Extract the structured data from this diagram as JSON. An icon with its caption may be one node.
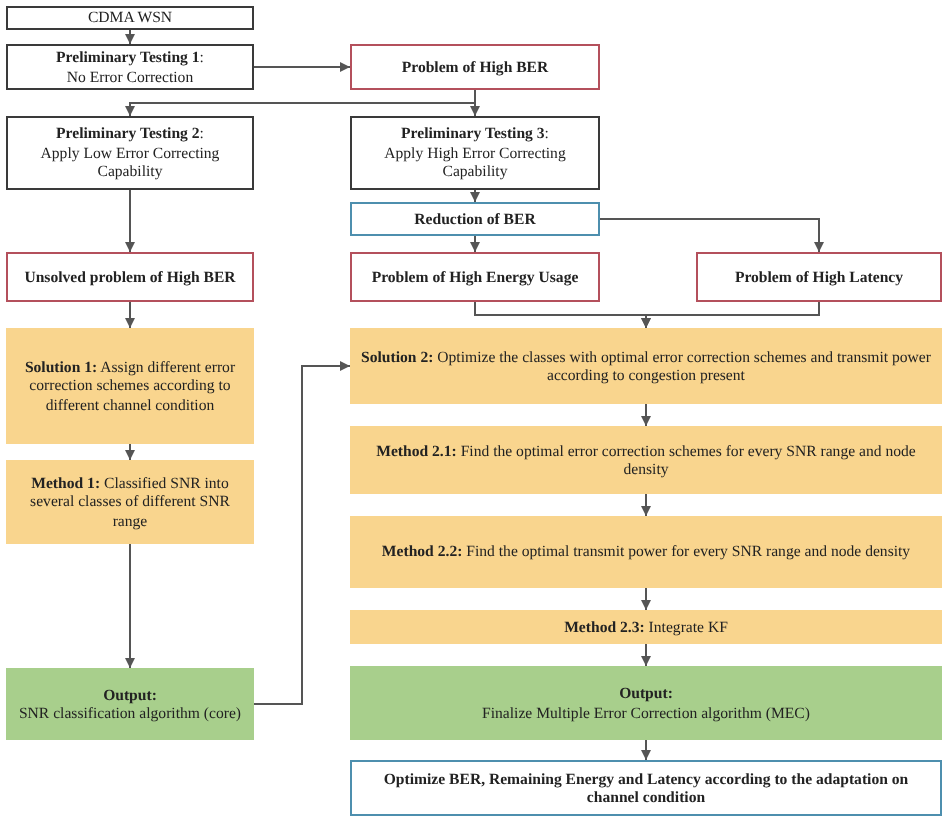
{
  "diagram": {
    "nodes": [
      {
        "text": [
          "CDMA WSN"
        ]
      },
      {
        "text": [
          "**Preliminary Testing 1**:",
          "No Error Correction"
        ]
      },
      {
        "text": [
          "Problem of High BER"
        ]
      },
      {
        "text": [
          "**Preliminary Testing 2**:",
          "Apply Low Error Correcting Capability"
        ]
      },
      {
        "text": [
          "**Preliminary Testing 3**:",
          "Apply High Error Correcting Capability"
        ]
      },
      {
        "text": [
          "Reduction of BER"
        ]
      },
      {
        "text": [
          "Unsolved problem of High BER"
        ]
      },
      {
        "text": [
          "Problem of High Energy Usage"
        ]
      },
      {
        "text": [
          "Problem of High Latency"
        ]
      },
      {
        "text": [
          "**Solution 1:** Assign different error correction schemes according to different channel condition"
        ]
      },
      {
        "text": [
          "**Method 1:** Classified SNR into several classes of different SNR range"
        ]
      },
      {
        "text": [
          "Output:",
          "SNR classification algorithm (core)"
        ]
      },
      {
        "text": [
          "**Solution 2:** Optimize the classes with optimal error correction schemes and transmit power according to congestion present"
        ]
      },
      {
        "text": [
          "**Method 2.1:** Find the optimal error correction schemes for every SNR range and node density"
        ]
      },
      {
        "text": [
          "**Method 2.2:** Find the optimal transmit power for every SNR range and node density"
        ]
      },
      {
        "text": [
          "**Method 2.3:** Integrate KF"
        ]
      },
      {
        "text": [
          "Output:",
          "Finalize Multiple Error Correction algorithm (MEC)"
        ]
      },
      {
        "text": [
          "Optimize BER, Remaining Energy and Latency according to the adaptation on channel condition"
        ]
      }
    ],
    "edges": [
      {
        "from": 0,
        "to": 1,
        "arrow": "to"
      },
      {
        "from": 1,
        "to": 2,
        "arrow": "to"
      },
      {
        "from": 2,
        "to": 3,
        "arrow": "to"
      },
      {
        "from": 2,
        "to": 4,
        "arrow": "to"
      },
      {
        "from": 3,
        "to": 6,
        "arrow": "to"
      },
      {
        "from": 4,
        "to": 5,
        "arrow": "to"
      },
      {
        "from": 5,
        "to": 7,
        "arrow": "to"
      },
      {
        "from": 5,
        "to": 8,
        "arrow": "to"
      },
      {
        "from": 6,
        "to": 9,
        "arrow": "to"
      },
      {
        "from": 9,
        "to": 10,
        "arrow": "to"
      },
      {
        "from": 10,
        "to": 11,
        "arrow": "to"
      },
      {
        "from": 11,
        "to": 12,
        "arrow": "to"
      },
      {
        "from": 7,
        "to": 12,
        "arrow": "to"
      },
      {
        "from": 8,
        "to": 12,
        "arrow": "to"
      },
      {
        "from": 12,
        "to": 13,
        "arrow": "to"
      },
      {
        "from": 13,
        "to": 14,
        "arrow": "to"
      },
      {
        "from": 14,
        "to": 15,
        "arrow": "to"
      },
      {
        "from": 15,
        "to": 16,
        "arrow": "to"
      },
      {
        "from": 16,
        "to": 17,
        "arrow": "to"
      }
    ]
  }
}
